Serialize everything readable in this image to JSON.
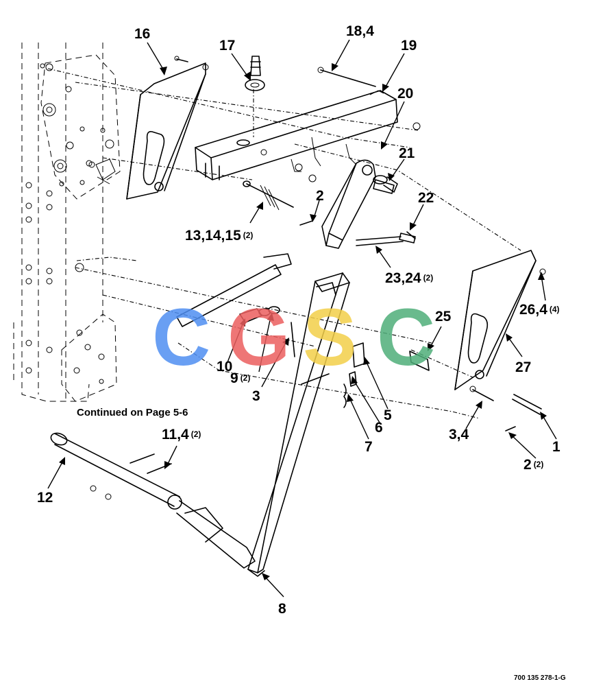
{
  "callouts": [
    {
      "id": "c16",
      "text": "16",
      "suffix": ""
    },
    {
      "id": "c17",
      "text": "17",
      "suffix": ""
    },
    {
      "id": "c18",
      "text": "18,4",
      "suffix": ""
    },
    {
      "id": "c19",
      "text": "19",
      "suffix": ""
    },
    {
      "id": "c20",
      "text": "20",
      "suffix": ""
    },
    {
      "id": "c21",
      "text": "21",
      "suffix": ""
    },
    {
      "id": "c22",
      "text": "22",
      "suffix": ""
    },
    {
      "id": "c2a",
      "text": "2",
      "suffix": ""
    },
    {
      "id": "c13",
      "text": "13,14,15",
      "suffix": "(2)"
    },
    {
      "id": "c23",
      "text": "23,24",
      "suffix": "(2)"
    },
    {
      "id": "c26",
      "text": "26,4",
      "suffix": "(4)"
    },
    {
      "id": "c25",
      "text": "25",
      "suffix": ""
    },
    {
      "id": "c27",
      "text": "27",
      "suffix": ""
    },
    {
      "id": "c10",
      "text": "10",
      "suffix": ""
    },
    {
      "id": "c9",
      "text": "9",
      "suffix": "(2)"
    },
    {
      "id": "c3",
      "text": "3",
      "suffix": ""
    },
    {
      "id": "c5",
      "text": "5",
      "suffix": ""
    },
    {
      "id": "c6",
      "text": "6",
      "suffix": ""
    },
    {
      "id": "c7",
      "text": "7",
      "suffix": ""
    },
    {
      "id": "c34",
      "text": "3,4",
      "suffix": ""
    },
    {
      "id": "c1",
      "text": "1",
      "suffix": ""
    },
    {
      "id": "c2b",
      "text": "2",
      "suffix": "(2)"
    },
    {
      "id": "c11",
      "text": "11,4",
      "suffix": "(2)"
    },
    {
      "id": "c12",
      "text": "12",
      "suffix": ""
    },
    {
      "id": "c8",
      "text": "8",
      "suffix": ""
    }
  ],
  "continued_note": "Continued on Page 5-6",
  "figure_number": "700 135 278-1-G",
  "watermark": {
    "letters": [
      "C",
      "G",
      "S",
      "C"
    ],
    "colors": [
      "#4f8ff2",
      "#ec5f5f",
      "#f3cf4a",
      "#4fae7a"
    ]
  }
}
